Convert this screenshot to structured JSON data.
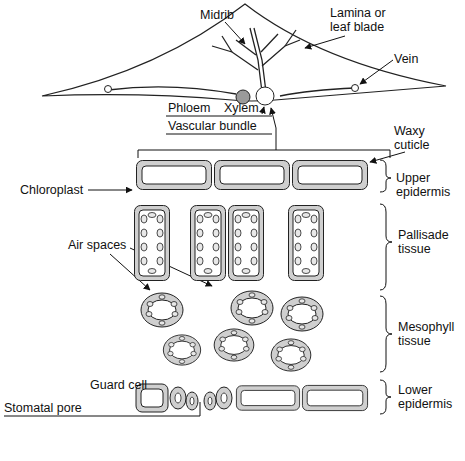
{
  "diagram": {
    "labels": [
      "Lamina or leaf blade",
      "Midrib",
      "Vein",
      "Phloem",
      "Xylem",
      "Vascular bundle",
      "Waxy cuticle",
      "Upper epidermis",
      "Chloroplast",
      "Pallisade tissue",
      "Air spaces",
      "Mesophyll tissue",
      "Guard cell",
      "Stomatal pore",
      "Lower epidermis"
    ]
  }
}
